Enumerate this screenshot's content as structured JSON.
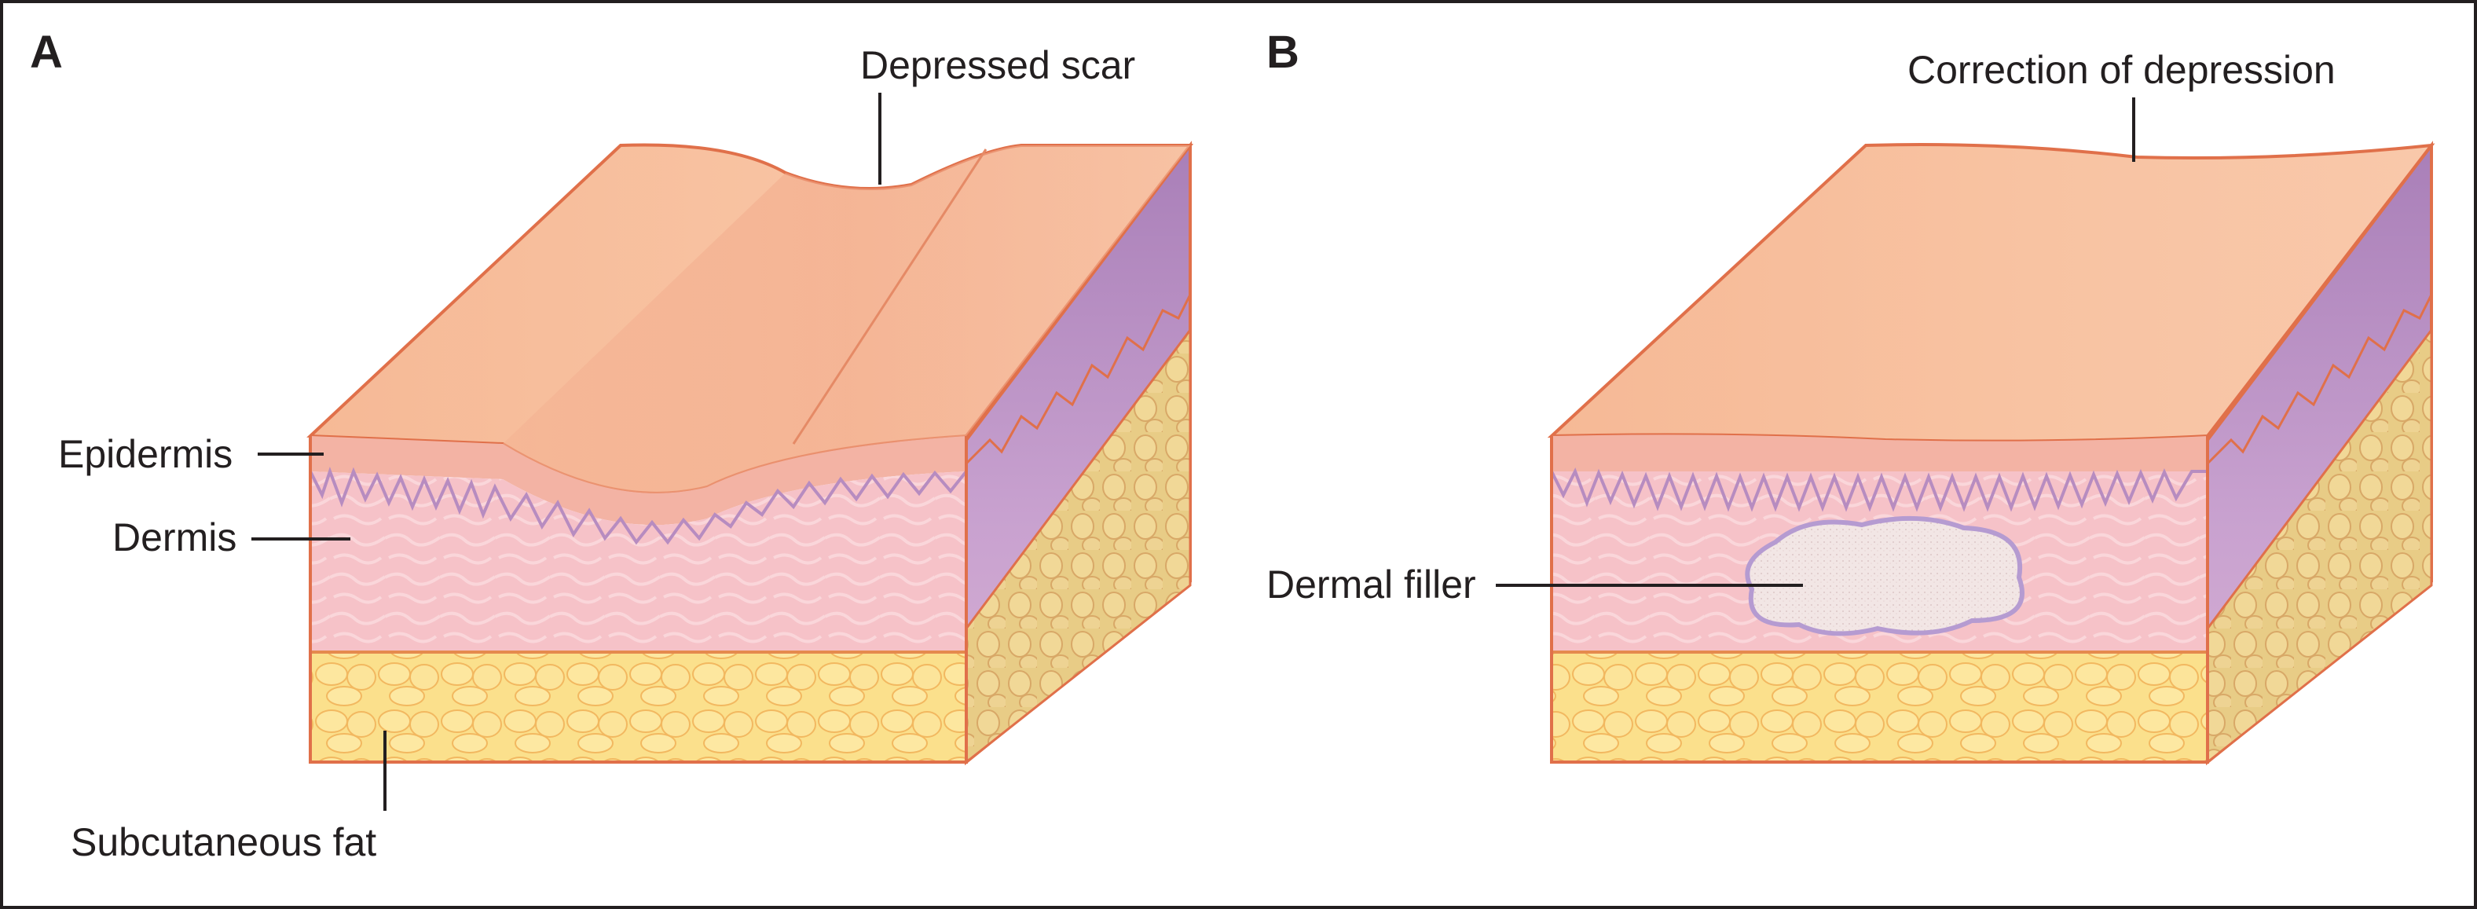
{
  "panels": {
    "a": {
      "letter": "A"
    },
    "b": {
      "letter": "B"
    }
  },
  "labels": {
    "depressed_scar": "Depressed scar",
    "epidermis": "Epidermis",
    "dermis": "Dermis",
    "subcutaneous_fat": "Subcutaneous fat",
    "correction": "Correction of depression",
    "dermal_filler": "Dermal filler"
  },
  "colors": {
    "skin_surface": "#f7bd9a",
    "skin_outline": "#e0704a",
    "epidermis": "#f3b3a4",
    "dermis": "#f6c4c9",
    "dermis_side": "#b78cc0",
    "fat": "#fbe088",
    "fat_outline": "#e58a4e",
    "filler": "#f1e4e3",
    "filler_outline": "#b59bd1",
    "leader_line": "#231f20"
  }
}
